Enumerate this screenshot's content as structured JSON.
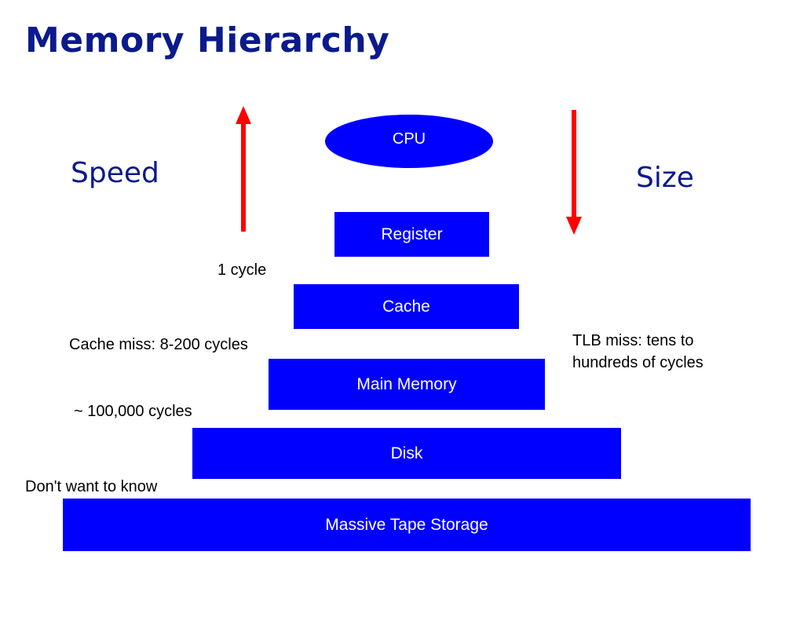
{
  "title": "Memory Hierarchy",
  "labels": {
    "speed": "Speed",
    "size": "Size"
  },
  "levels": {
    "cpu": "CPU",
    "register": "Register",
    "cache": "Cache",
    "main_memory": "Main Memory",
    "disk": "Disk",
    "tape": "Massive Tape Storage"
  },
  "notes": {
    "register_cost": "1 cycle",
    "cache_miss": "Cache miss: 8-200 cycles",
    "disk_cost": "~ 100,000 cycles",
    "tape_cost": "Don't want to know",
    "tlb_line1": "TLB miss: tens to",
    "tlb_line2": "hundreds of cycles"
  },
  "colors": {
    "block": "#0000ff",
    "title": "#0b1a8c",
    "arrow": "#ff0000",
    "label": "#0b1a8c"
  }
}
